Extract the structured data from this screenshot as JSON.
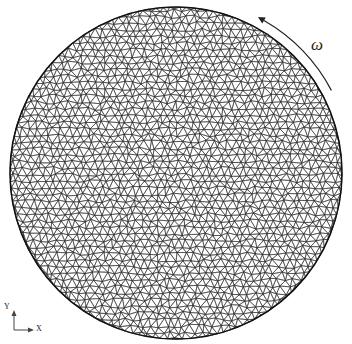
{
  "diagram": {
    "labels": [
      "ω",
      "Y",
      "X"
    ]
  }
}
